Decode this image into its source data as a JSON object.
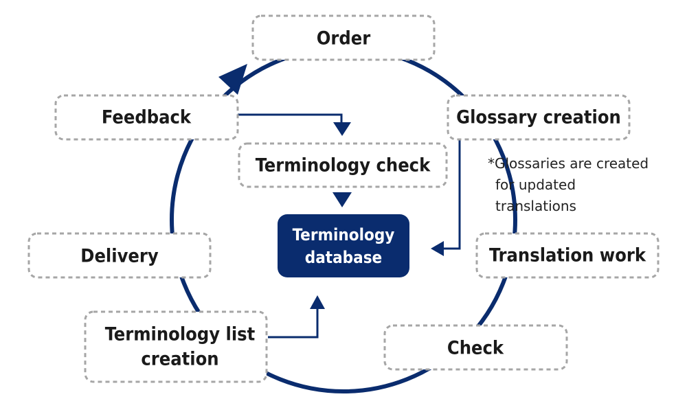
{
  "colors": {
    "primary": "#0a2c6e",
    "box_border": "#a6a6a6",
    "text": "#1a1a1a"
  },
  "nodes": {
    "order": "Order",
    "glossary_creation": "Glossary creation",
    "feedback": "Feedback",
    "terminology_check": "Terminology check",
    "translation_work": "Translation work",
    "delivery": "Delivery",
    "terminology_list_line1": "Terminology list",
    "terminology_list_line2": "creation",
    "check": "Check",
    "database_line1": "Terminology",
    "database_line2": "database"
  },
  "note": {
    "line1": "*Glossaries are created",
    "line2": "for updated",
    "line3": "translations"
  }
}
